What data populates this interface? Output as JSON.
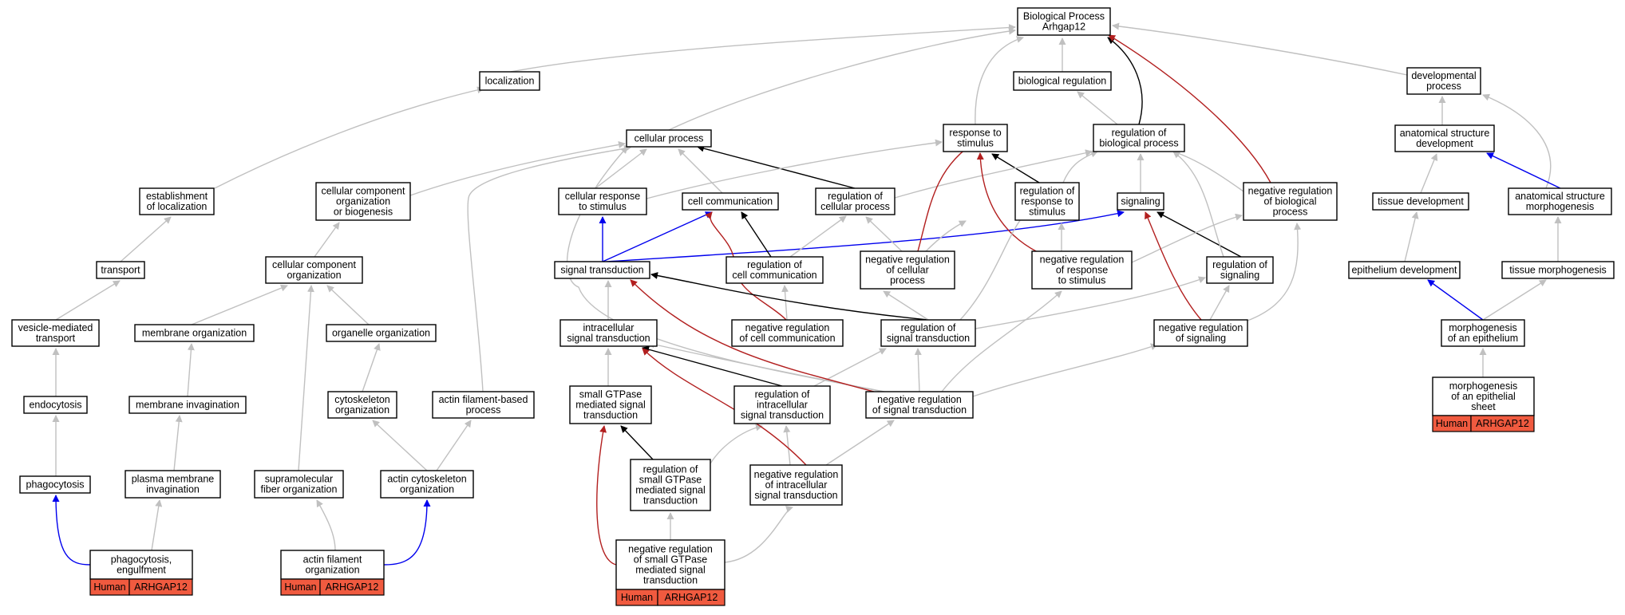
{
  "colors": {
    "gray": "#c0c0c0",
    "black": "#000000",
    "blue": "#0000ee",
    "red": "#b21f1f",
    "tag": "#f05a3f"
  },
  "nodes": {
    "bp": [
      "Biological Process",
      "Arhgap12"
    ],
    "localization": [
      "localization"
    ],
    "biological_regulation": [
      "biological regulation"
    ],
    "developmental_process": [
      "developmental",
      "process"
    ],
    "cellular_process": [
      "cellular process"
    ],
    "response_to_stimulus": [
      "response to",
      "stimulus"
    ],
    "regulation_of_biological_process": [
      "regulation of",
      "biological process"
    ],
    "anatomical_structure_development": [
      "anatomical structure",
      "development"
    ],
    "establishment_of_localization": [
      "establishment",
      "of localization"
    ],
    "cellular_component_organization_or_biogenesis": [
      "cellular component",
      "organization",
      "or biogenesis"
    ],
    "cellular_response_to_stimulus": [
      "cellular response",
      "to stimulus"
    ],
    "cell_communication": [
      "cell communication"
    ],
    "regulation_of_cellular_process": [
      "regulation of",
      "cellular process"
    ],
    "regulation_of_response_to_stimulus": [
      "regulation of",
      "response to",
      "stimulus"
    ],
    "signaling": [
      "signaling"
    ],
    "negative_regulation_of_biological_process": [
      "negative regulation",
      "of biological",
      "process"
    ],
    "tissue_development": [
      "tissue development"
    ],
    "anatomical_structure_morphogenesis": [
      "anatomical structure",
      "morphogenesis"
    ],
    "transport": [
      "transport"
    ],
    "cellular_component_organization": [
      "cellular component",
      "organization"
    ],
    "signal_transduction": [
      "signal transduction"
    ],
    "regulation_of_cell_communication": [
      "regulation of",
      "cell communication"
    ],
    "negative_regulation_of_cellular_process": [
      "negative regulation",
      "of cellular",
      "process"
    ],
    "negative_regulation_of_response_to_stimulus": [
      "negative regulation",
      "of response",
      "to stimulus"
    ],
    "regulation_of_signaling": [
      "regulation of",
      "signaling"
    ],
    "epithelium_development": [
      "epithelium development"
    ],
    "tissue_morphogenesis": [
      "tissue morphogenesis"
    ],
    "vesicle_mediated_transport": [
      "vesicle-mediated",
      "transport"
    ],
    "membrane_organization": [
      "membrane organization"
    ],
    "organelle_organization": [
      "organelle organization"
    ],
    "intracellular_signal_transduction": [
      "intracellular",
      "signal transduction"
    ],
    "negative_regulation_of_cell_communication": [
      "negative regulation",
      "of cell communication"
    ],
    "regulation_of_signal_transduction": [
      "regulation of",
      "signal transduction"
    ],
    "negative_regulation_of_signaling": [
      "negative regulation",
      "of signaling"
    ],
    "morphogenesis_of_an_epithelium": [
      "morphogenesis",
      "of an epithelium"
    ],
    "endocytosis": [
      "endocytosis"
    ],
    "membrane_invagination": [
      "membrane invagination"
    ],
    "cytoskeleton_organization": [
      "cytoskeleton",
      "organization"
    ],
    "actin_filament_based_process": [
      "actin filament-based",
      "process"
    ],
    "small_gtpase_mediated_signal_transduction": [
      "small GTPase",
      "mediated signal",
      "transduction"
    ],
    "regulation_of_intracellular_signal_transduction": [
      "regulation of",
      "intracellular",
      "signal transduction"
    ],
    "negative_regulation_of_signal_transduction": [
      "negative regulation",
      "of signal transduction"
    ],
    "morphogenesis_of_an_epithelial_sheet": [
      "morphogenesis",
      "of an epithelial",
      "sheet"
    ],
    "phagocytosis": [
      "phagocytosis"
    ],
    "plasma_membrane_invagination": [
      "plasma membrane",
      "invagination"
    ],
    "supramolecular_fiber_organization": [
      "supramolecular",
      "fiber organization"
    ],
    "actin_cytoskeleton_organization": [
      "actin cytoskeleton",
      "organization"
    ],
    "regulation_of_small_gtpase_mediated_signal_transduction": [
      "regulation of",
      "small GTPase",
      "mediated signal",
      "transduction"
    ],
    "negative_regulation_of_intracellular_signal_transduction": [
      "negative regulation",
      "of intracellular",
      "signal transduction"
    ],
    "phagocytosis_engulfment": [
      "phagocytosis,",
      "engulfment"
    ],
    "actin_filament_organization": [
      "actin filament",
      "organization"
    ],
    "negative_regulation_of_small_gtpase_mediated_signal_transduction": [
      "negative regulation",
      "of small GTPase",
      "mediated signal",
      "transduction"
    ]
  },
  "tags": {
    "species": "Human",
    "gene": "ARHGAP12"
  }
}
